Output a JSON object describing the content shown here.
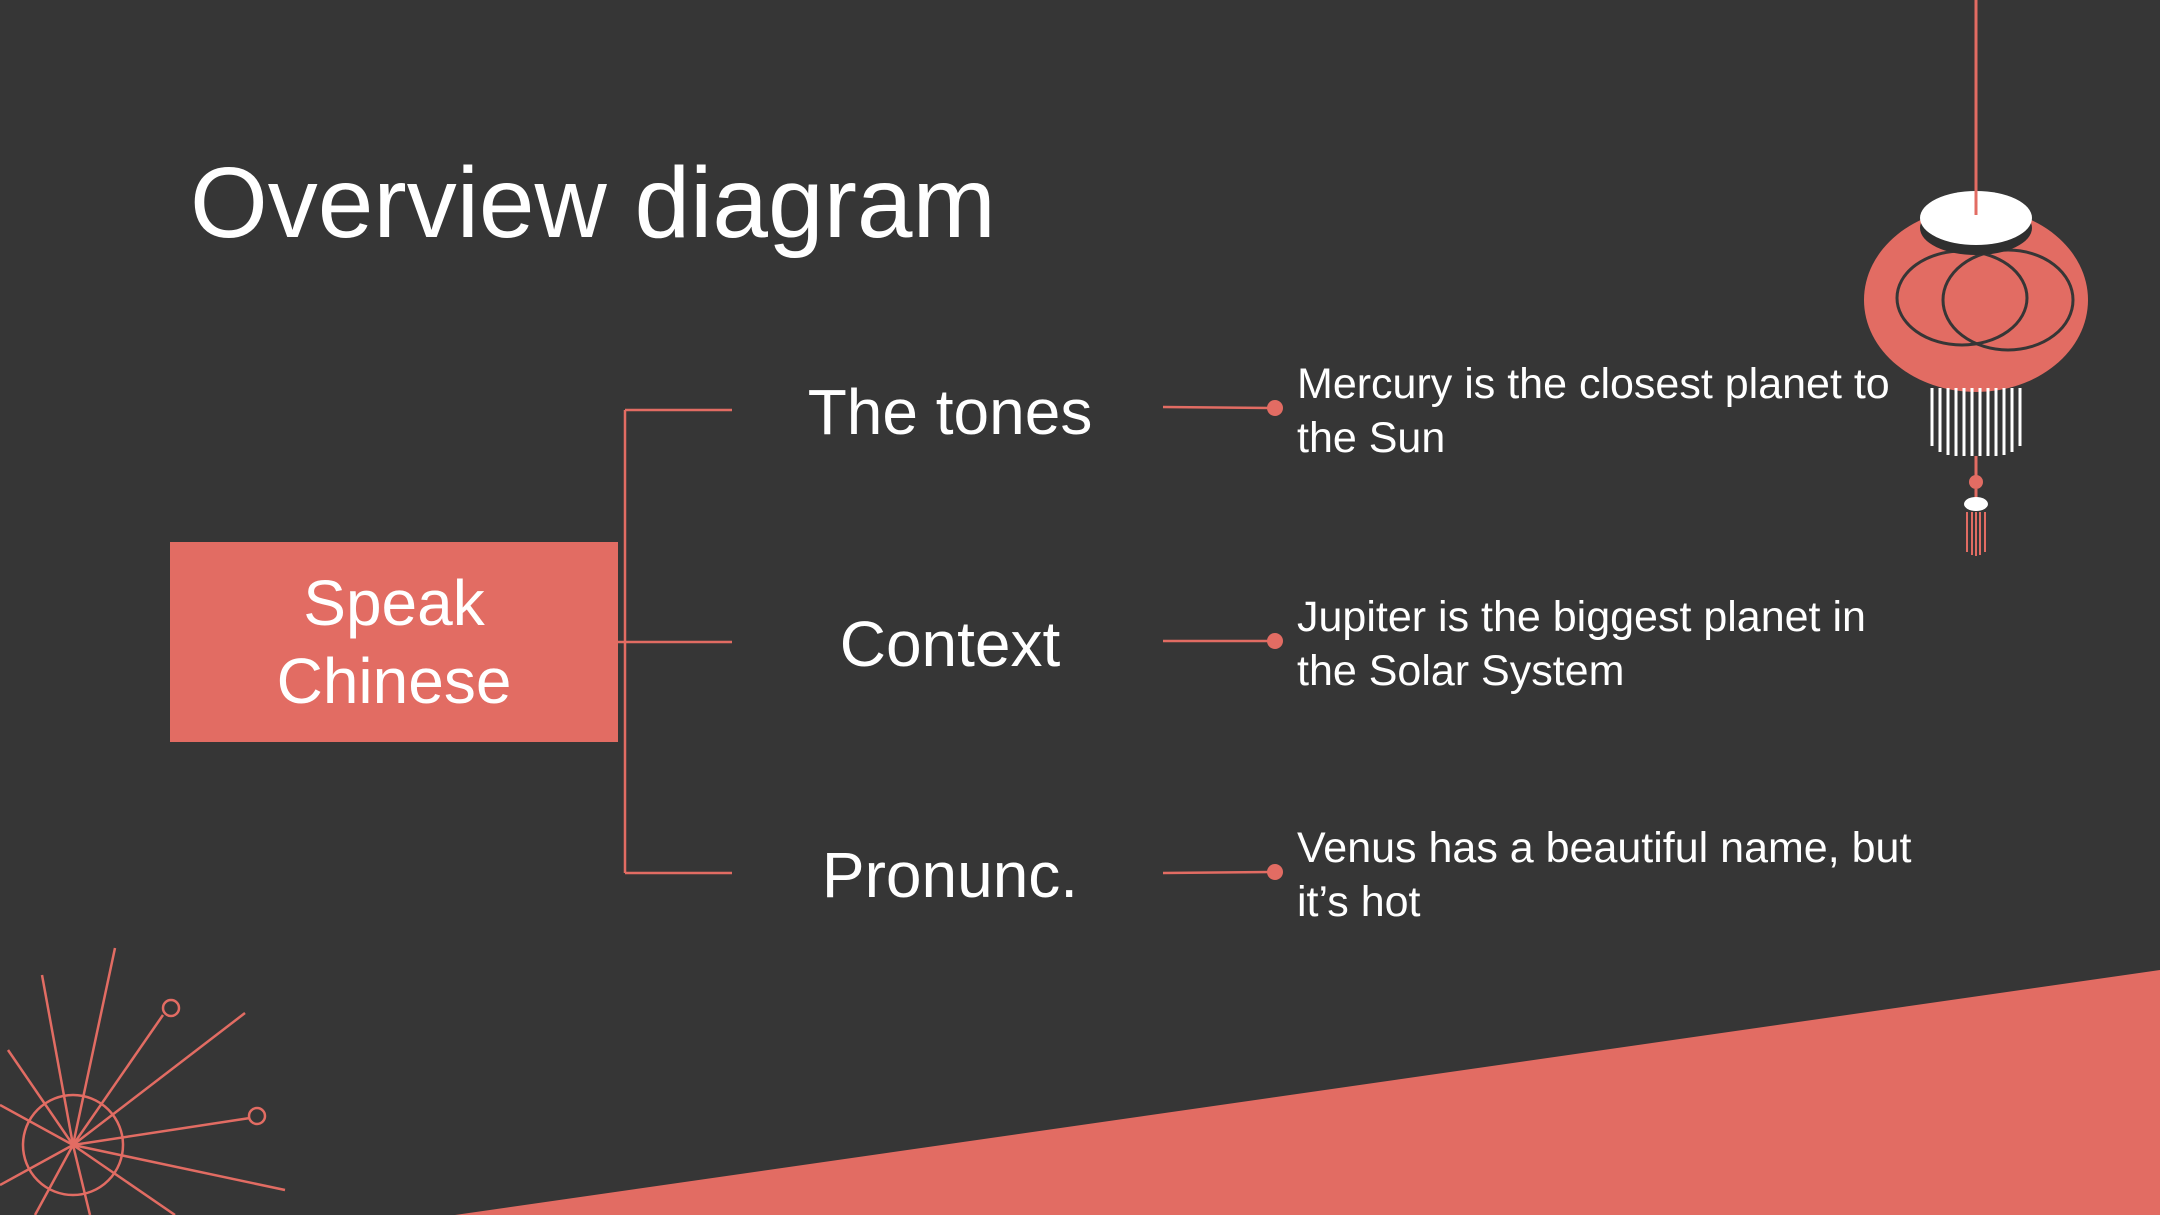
{
  "slide": {
    "title": "Overview diagram",
    "root": {
      "label": "Speak Chinese"
    },
    "branches": [
      {
        "topic": "The tones",
        "description": "Mercury is the closest planet to the Sun"
      },
      {
        "topic": "Context",
        "description": "Jupiter is the biggest planet in the Solar System"
      },
      {
        "topic": "Pronunc.",
        "description": "Venus has a beautiful name, but it’s hot"
      }
    ]
  },
  "colors": {
    "background": "#363636",
    "accent": "#e26c63",
    "text": "#ffffff"
  },
  "icons": {
    "lantern": "lantern-icon",
    "firework": "firework-icon"
  }
}
